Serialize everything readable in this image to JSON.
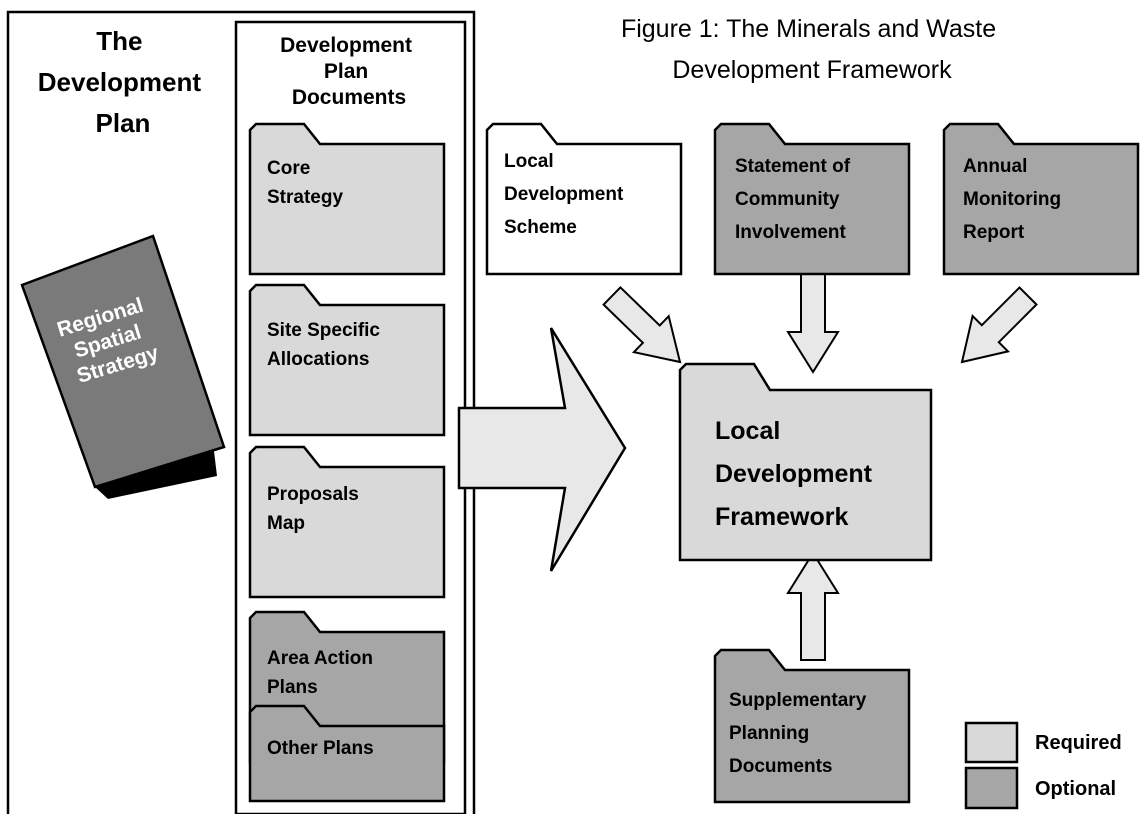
{
  "title_lines": [
    "Figure 1: The Minerals and Waste",
    "Development Framework"
  ],
  "dev_plan": {
    "title_lines": [
      "The",
      "Development",
      "Plan"
    ],
    "docs_heading_lines": [
      "Development",
      "Plan",
      "Documents"
    ],
    "folders": [
      {
        "lines": [
          "Core",
          "Strategy"
        ],
        "status": "Required"
      },
      {
        "lines": [
          "Site Specific",
          "Allocations"
        ],
        "status": "Required"
      },
      {
        "lines": [
          "Proposals",
          "Map"
        ],
        "status": "Required"
      },
      {
        "lines": [
          "Area Action",
          "Plans"
        ],
        "status": "Optional"
      },
      {
        "lines": [
          "Other Plans"
        ],
        "status": "Optional"
      }
    ],
    "regional_lines": [
      "Regional",
      "Spatial",
      "Strategy"
    ]
  },
  "top_folders": [
    {
      "lines": [
        "Local",
        "Development",
        "Scheme"
      ],
      "status": "White"
    },
    {
      "lines": [
        "Statement of",
        "Community",
        "Involvement"
      ],
      "status": "Optional"
    },
    {
      "lines": [
        "Annual",
        "Monitoring",
        "Report"
      ],
      "status": "Optional"
    }
  ],
  "ldf": {
    "lines": [
      "Local",
      "Development",
      "Framework"
    ],
    "status": "Required"
  },
  "spd": {
    "lines": [
      "Supplementary",
      "Planning",
      "Documents"
    ],
    "status": "Optional"
  },
  "legend": [
    {
      "label": "Required",
      "color": "#d9d9d9"
    },
    {
      "label": "Optional",
      "color": "#a6a6a6"
    }
  ],
  "colors": {
    "required": "#d9d9d9",
    "optional": "#a6a6a6",
    "white": "#ffffff",
    "arrow": "#e8e8e8",
    "dark": "#7a7a7a"
  }
}
